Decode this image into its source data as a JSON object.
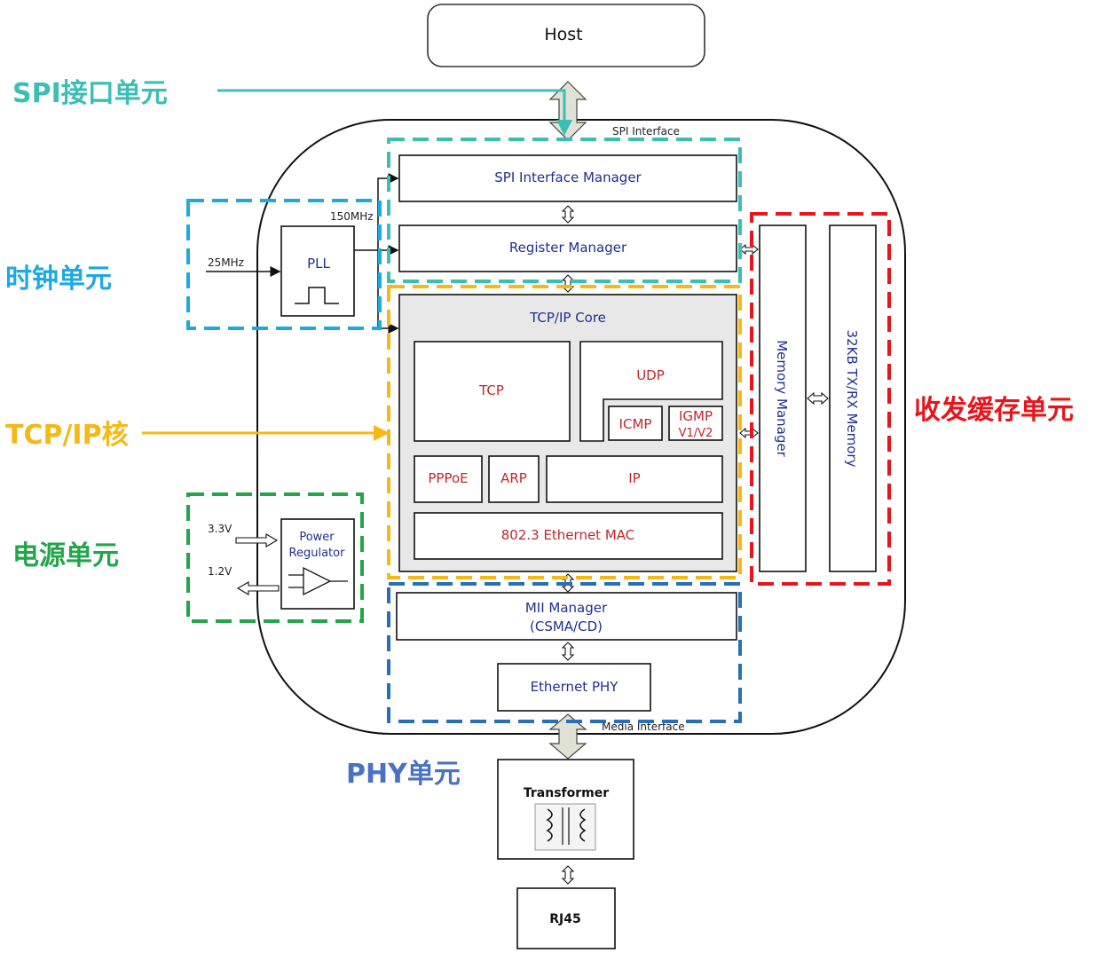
{
  "colors": {
    "spi": "#3bbfb5",
    "clock": "#1ea9e1",
    "tcpip": "#f6b814",
    "power": "#22a64a",
    "buffer": "#e8151c",
    "phy": "#2670b8",
    "phy_label": "#4a72c4",
    "box_text": "#1f2f8f",
    "core_text": "#c0272d"
  },
  "host": {
    "label": "Host"
  },
  "interfaces": {
    "spi": "SPI Interface",
    "media": "Media Interface"
  },
  "blocks": {
    "spi_manager": "SPI Interface Manager",
    "register_manager": "Register Manager",
    "tcpip_core": "TCP/IP Core",
    "tcp": "TCP",
    "udp": "UDP",
    "icmp": "ICMP",
    "igmp_line1": "IGMP",
    "igmp_line2": "V1/V2",
    "pppoe": "PPPoE",
    "arp": "ARP",
    "ip": "IP",
    "mac": "802.3 Ethernet MAC",
    "memory_manager": "Memory Manager",
    "memory": "32KB TX/RX Memory",
    "mii_line1": "MII  Manager",
    "mii_line2": "(CSMA/CD)",
    "ethernet_phy": "Ethernet PHY",
    "pll": "PLL",
    "power_line1": "Power",
    "power_line2": "Regulator",
    "transformer": "Transformer",
    "rj45": "RJ45"
  },
  "signals": {
    "clk_in": "25MHz",
    "clk_out": "150MHz",
    "v_in": "3.3V",
    "v_out": "1.2V"
  },
  "unit_labels": {
    "spi": "SPI接口单元",
    "clock": "时钟单元",
    "tcpip": "TCP/IP核",
    "power": "电源单元",
    "buffer": "收发缓存单元",
    "phy": "PHY单元"
  }
}
